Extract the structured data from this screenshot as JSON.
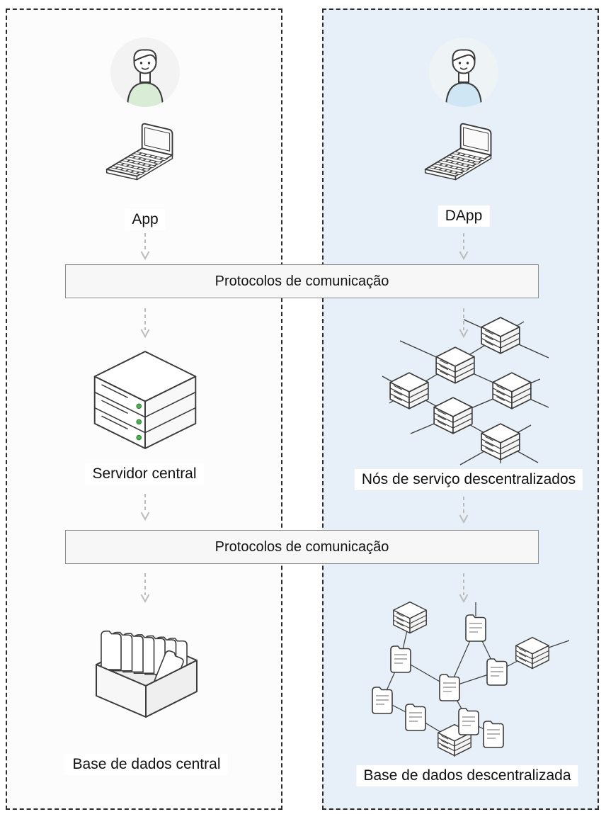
{
  "panels": {
    "centralized": {
      "app": "App",
      "server": "Servidor central",
      "database": "Base de dados central"
    },
    "decentralized": {
      "app": "DApp",
      "nodes": "Nós de serviço descentralizados",
      "database": "Base de dados descentralizada"
    }
  },
  "bars": {
    "top": "Protocolos de comunicação",
    "bottom": "Protocolos de comunicação"
  },
  "icons": {
    "left_user": "person-avatar-icon",
    "right_user": "person-avatar-icon",
    "left_device": "laptop-icon",
    "right_device": "laptop-icon",
    "central_server": "server-stack-icon",
    "decentralized_nodes": "server-mesh-network-icon",
    "central_database": "file-box-icon",
    "decentralized_database": "document-network-icon",
    "flow_arrows": "dashed-down-arrow-icon"
  },
  "colors": {
    "left_panel_bg": "#fcfcfc",
    "right_panel_bg": "#e7f0f8",
    "panel_border": "#2b2b2b",
    "bar_bg": "#f7f7f7",
    "bar_border": "#8d8d8d",
    "outline": "#3a3a3a",
    "arrow_gray": "#b9bdc0",
    "led_green": "#4caf50",
    "shirt_green": "#d9edd6",
    "shirt_blue": "#cfe6f4"
  }
}
